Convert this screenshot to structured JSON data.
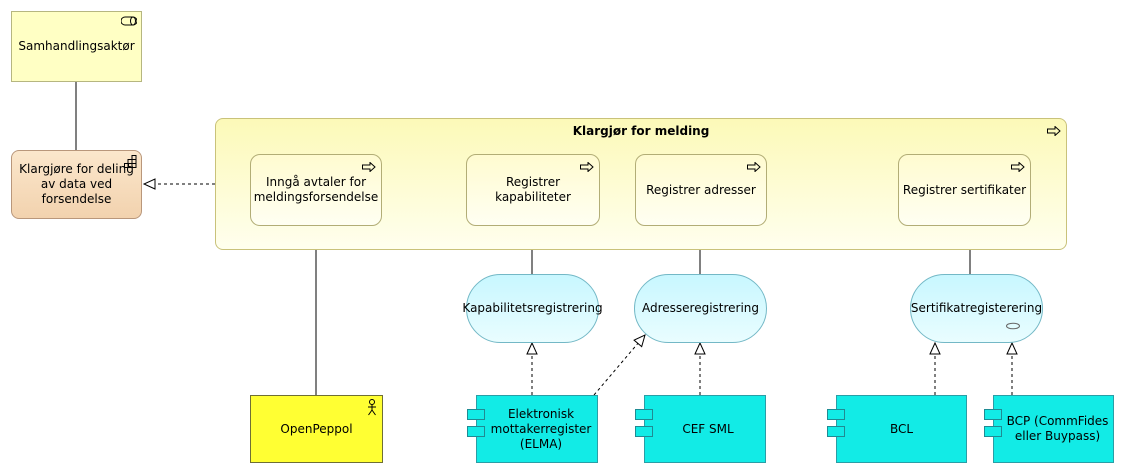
{
  "elements": {
    "role": "Samhandlingsaktør",
    "capability": "Klargjøre for deling av data ved forsendelse",
    "group": "Klargjør for melding",
    "proc1": "Inngå avtaler for meldingsforsendelse",
    "proc2": "Registrer kapabiliteter",
    "proc3": "Registrer adresser",
    "proc4": "Registrer sertifikater",
    "svc1": "Kapabilitetsregistrering",
    "svc2": "Adresseregistrering",
    "svc3": "Sertifikatregisterering",
    "actor": "OpenPeppol",
    "comp1": "Elektronisk mottakerregister (ELMA)",
    "comp2": "CEF SML",
    "comp3": "BCL",
    "comp4": "BCP (CommFides eller Buypass)"
  },
  "colors": {
    "role": "#ffffc4",
    "capability": "#f6dab9",
    "group": "#fcf9b8",
    "process": "#fffbd6",
    "service": "#d8fbff",
    "actor": "#ffff33",
    "component": "#12ebe6"
  },
  "icons": {
    "role": "role-icon",
    "capability": "capability-icon",
    "process": "process-arrow-icon",
    "actor": "actor-stick-figure-icon",
    "component": "component-tabs-icon"
  }
}
